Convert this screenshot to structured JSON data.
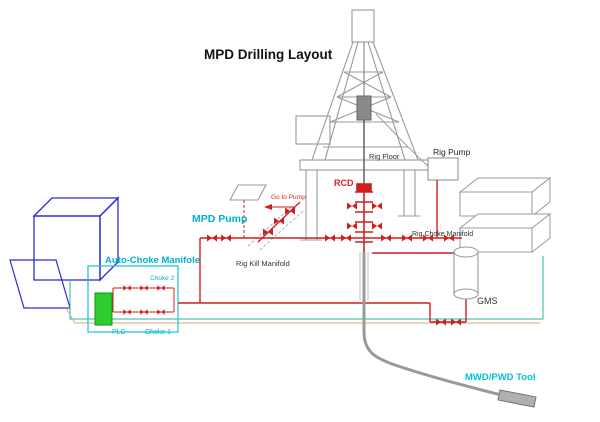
{
  "diagram": {
    "title": "MPD Drilling Layout",
    "labels": {
      "rig_floor": "Rig Floor",
      "rig_pump": "Rig Pump",
      "rcd": "RCD",
      "mpd_pump": "MPD Pump",
      "go_to_pump": "Go to Pump",
      "rig_kill_manifold": "Rig Kill Manifold",
      "rig_choke_manifold": "Rig Choke Manifold",
      "auto_choke_manifold": "Auto-Choke Manifole",
      "choke_2": "Choke 2",
      "choke_1": "Choke 1",
      "plc": "PLC",
      "gms": "GMS",
      "mwd_pwd_tool": "MWD/PWD Tool"
    },
    "colors": {
      "pipe_red": "#cf1f1f",
      "label_cyan": "#00b0d0",
      "equipment_blue": "#2b2bd6",
      "plc_green": "#2ecc2e",
      "structure_gray": "#999999",
      "control_teal": "#25b5a5",
      "control_tan": "#d9a978"
    }
  }
}
